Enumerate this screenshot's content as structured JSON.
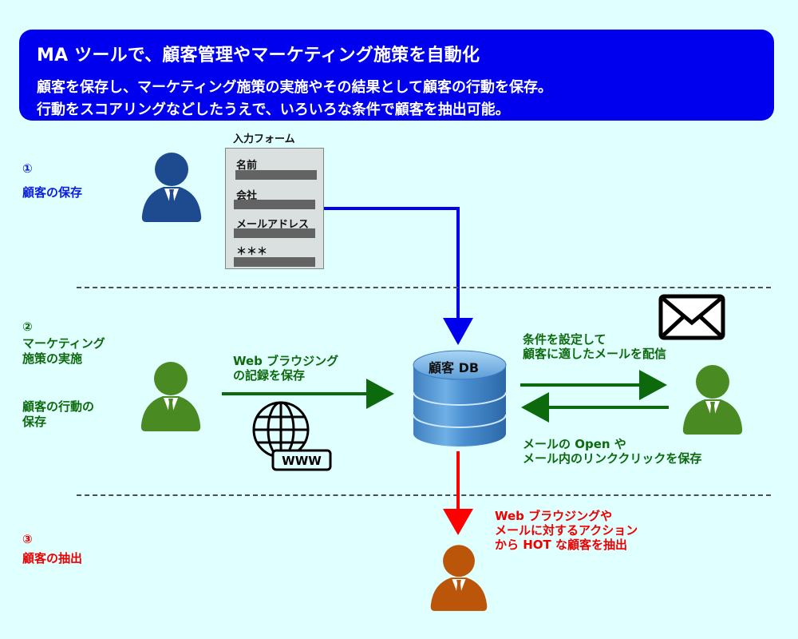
{
  "banner": {
    "title": "MA ツールで、顧客管理やマーケティング施策を自動化",
    "line1": "顧客を保存し、マーケティング施策の実施やその結果として顧客の行動を保存。",
    "line2": "行動をスコアリングなどしたうえで、いろいろな条件で顧客を抽出可能。"
  },
  "colors": {
    "banner": "#0000ee",
    "step1": "#0a1ee6",
    "step2": "#0c6a0c",
    "step3": "#ee0000",
    "person_blue": "#1e4a8f",
    "person_green": "#4a8a23",
    "person_orange": "#bb5509",
    "background": "#e0ffff"
  },
  "step1": {
    "number": "①",
    "label": "顧客の保存"
  },
  "step2": {
    "number": "②",
    "label_line1": "マーケティング",
    "label_line2": "施策の実施",
    "label2_line1": "顧客の行動の",
    "label2_line2": "保存"
  },
  "step3": {
    "number": "③",
    "label": "顧客の抽出"
  },
  "form": {
    "title": "入力フォーム",
    "fields": [
      "名前",
      "会社",
      "メールアドレス",
      "＊＊＊"
    ]
  },
  "database": {
    "label": "顧客 DB"
  },
  "web": {
    "note_line1": "Web ブラウジング",
    "note_line2": "の記録を保存",
    "www_label": "WWW"
  },
  "mail": {
    "send_line1": "条件を設定して",
    "send_line2": "顧客に適したメールを配信",
    "track_line1": "メールの Open や",
    "track_line2": "メール内のリンククリックを保存"
  },
  "extract": {
    "line1": "Web ブラウジングや",
    "line2": "メールに対するアクション",
    "line3": "から HOT な顧客を抽出"
  }
}
